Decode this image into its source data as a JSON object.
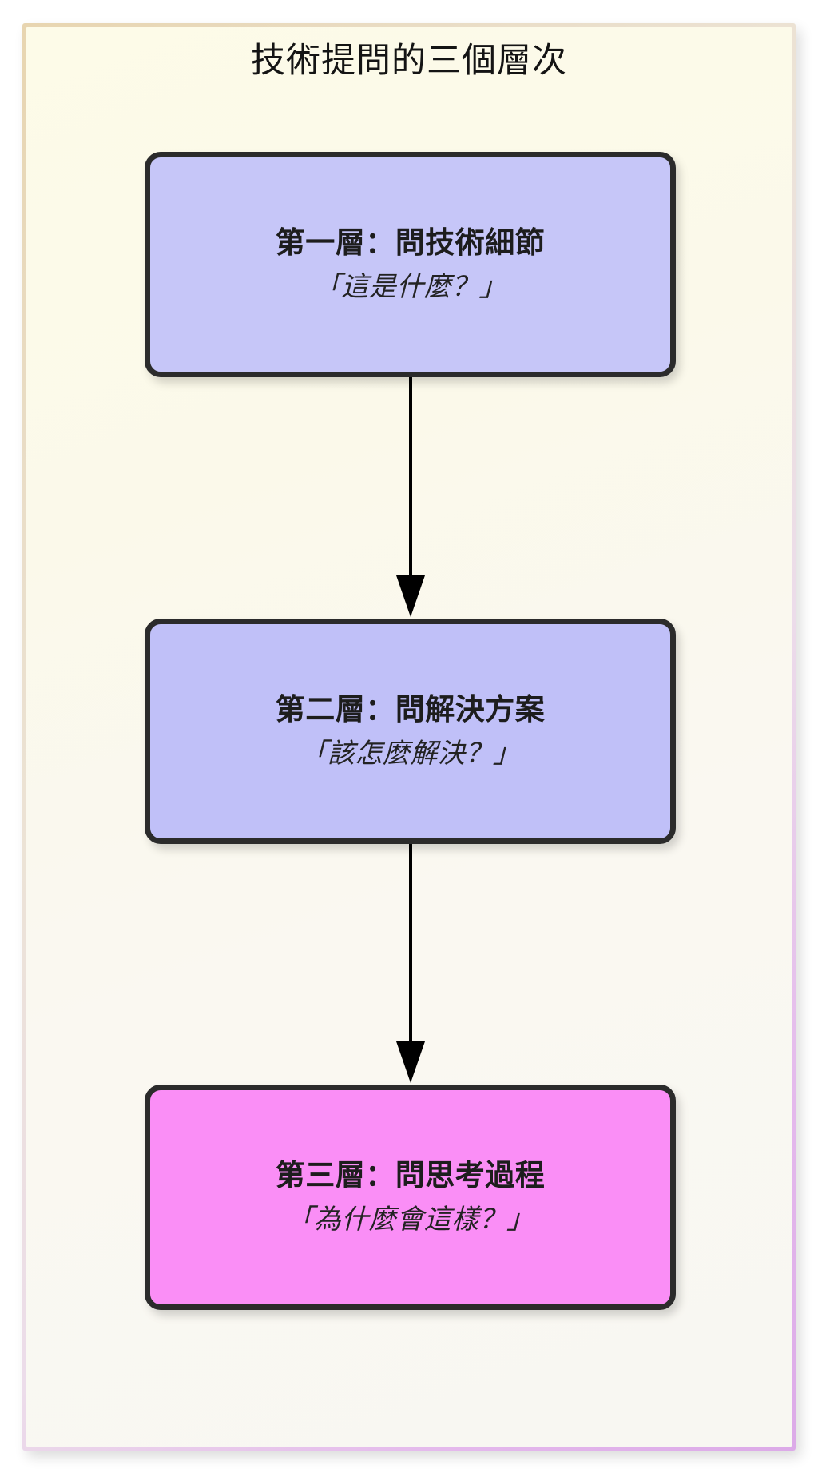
{
  "title": "技術提問的三個層次",
  "colors": {
    "node_level1": "#c6c6f8",
    "node_level2": "#c0c0f8",
    "node_level3": "#fa8ef6",
    "node_border": "#2b2b2b",
    "canvas_background": "#fbf9ea",
    "frame_border_start": "#e8d5b0",
    "frame_border_end": "#dcaae8",
    "arrow": "#000000",
    "text": "#1d1d1d"
  },
  "nodes": [
    {
      "id": "level-1",
      "title": "第一層：問技術細節",
      "subtitle": "「這是什麼？」",
      "fill": "#c6c6f8"
    },
    {
      "id": "level-2",
      "title": "第二層：問解決方案",
      "subtitle": "「該怎麼解決？」",
      "fill": "#c0c0f8"
    },
    {
      "id": "level-3",
      "title": "第三層：問思考過程",
      "subtitle": "「為什麼會這樣？」",
      "fill": "#fa8ef6"
    }
  ],
  "connectors": [
    {
      "id": "arrow-1-to-2",
      "from": "level-1",
      "to": "level-2",
      "label": ""
    },
    {
      "id": "arrow-2-to-3",
      "from": "level-2",
      "to": "level-3",
      "label": ""
    }
  ],
  "chart_data": {
    "type": "diagram",
    "diagram_kind": "vertical-flowchart",
    "title": "技術提問的三個層次",
    "node_count": 3,
    "edge_count": 2,
    "nodes": [
      {
        "order": 1,
        "title": "第一層：問技術細節",
        "subtitle": "「這是什麼？」",
        "fill": "#c6c6f8"
      },
      {
        "order": 2,
        "title": "第二層：問解決方案",
        "subtitle": "「該怎麼解決？」",
        "fill": "#c0c0f8"
      },
      {
        "order": 3,
        "title": "第三層：問思考過程",
        "subtitle": "「為什麼會這樣？」",
        "fill": "#fa8ef6"
      }
    ],
    "edges": [
      {
        "from": 1,
        "to": 2,
        "style": "solid-arrow-down"
      },
      {
        "from": 2,
        "to": 3,
        "style": "solid-arrow-down"
      }
    ]
  }
}
